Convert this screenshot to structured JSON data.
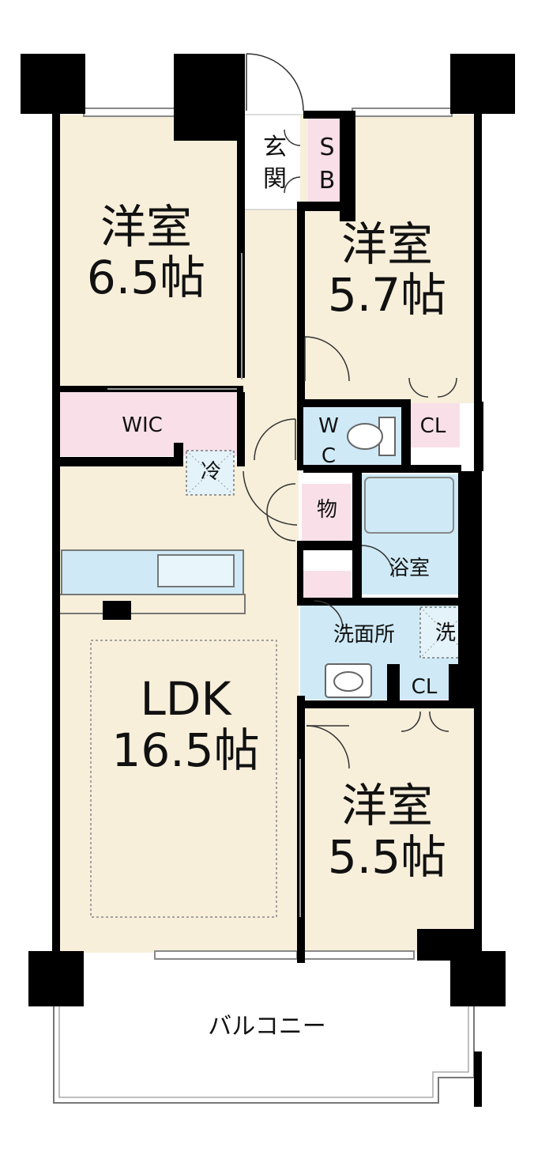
{
  "rooms": {
    "western1": {
      "name": "洋室",
      "size": "6.5帖"
    },
    "western2": {
      "name": "洋室",
      "size": "5.7帖"
    },
    "western3": {
      "name": "洋室",
      "size": "5.5帖"
    },
    "ldk": {
      "name": "LDK",
      "size": "16.5帖"
    },
    "wic": "WIC",
    "entrance_1": "玄",
    "entrance_2": "関",
    "sb_1": "S",
    "sb_2": "B",
    "wc_1": "W",
    "wc_2": "C",
    "cl_upper": "CL",
    "cl_lower": "CL",
    "storage": "物",
    "fridge": "冷",
    "bath": "浴室",
    "washroom": "洗面所",
    "washer": "洗",
    "balcony": "バルコニー"
  },
  "colors": {
    "room_fill": "#f7efda",
    "closet_fill": "#f9dfe8",
    "water_fill": "#cfeaf6",
    "wall": "#000000"
  }
}
